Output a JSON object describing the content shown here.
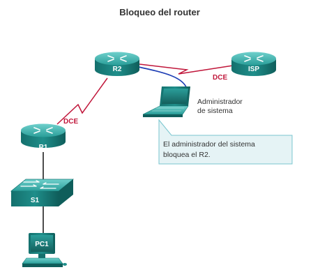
{
  "title": "Bloqueo del router",
  "devices": {
    "r2": "R2",
    "isp": "ISP",
    "r1": "R1",
    "s1": "S1",
    "pc1": "PC1"
  },
  "links": {
    "dce_r1": "DCE",
    "dce_isp": "DCE"
  },
  "admin_label": [
    "Administrador",
    "de sistema"
  ],
  "callout": [
    "El administrador del sistema",
    "bloquea el R2."
  ],
  "colors": {
    "device_teal": "#1f8e8a",
    "serial_link": "#c0163a",
    "console_cable": "#1f3fb5",
    "callout_bg": "#e5f3f5",
    "callout_border": "#79c6cf"
  }
}
